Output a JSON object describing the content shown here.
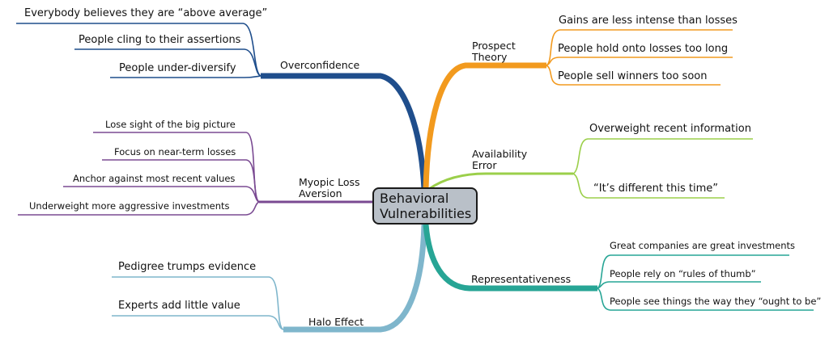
{
  "central_topic": {
    "line1": "Behavioral",
    "line2": "Vulnerabilities",
    "fill": "#b9c0c8"
  },
  "branches": {
    "overconfidence": {
      "label": "Overconfidence",
      "color": "#1f4e8c",
      "items": [
        "Everybody believes they are “above average”",
        "People cling to their assertions",
        "People under-diversify"
      ]
    },
    "myopic_loss_aversion": {
      "label_line1": "Myopic Loss",
      "label_line2": "Aversion",
      "color": "#7a4a92",
      "items": [
        "Lose sight of the big picture",
        "Focus on near-term losses",
        "Anchor against most recent values",
        "Underweight more aggressive investments"
      ]
    },
    "halo_effect": {
      "label": "Halo Effect",
      "color": "#7fb6cc",
      "items": [
        "Pedigree trumps evidence",
        "Experts add little value"
      ]
    },
    "prospect_theory": {
      "label_line1": "Prospect",
      "label_line2": "Theory",
      "color": "#f29a1e",
      "items": [
        "Gains are less intense than losses",
        "People hold onto losses too long",
        "People sell winners too soon"
      ]
    },
    "availability_error": {
      "label_line1": "Availability",
      "label_line2": "Error",
      "color": "#9bcf4a",
      "items": [
        "Overweight recent information",
        "“It’s different this time”"
      ]
    },
    "representativeness": {
      "label": "Representativeness",
      "color": "#27a595",
      "items": [
        "Great companies are great investments",
        "People rely on “rules of thumb”",
        "People see things the way they “ought to be”"
      ]
    }
  }
}
